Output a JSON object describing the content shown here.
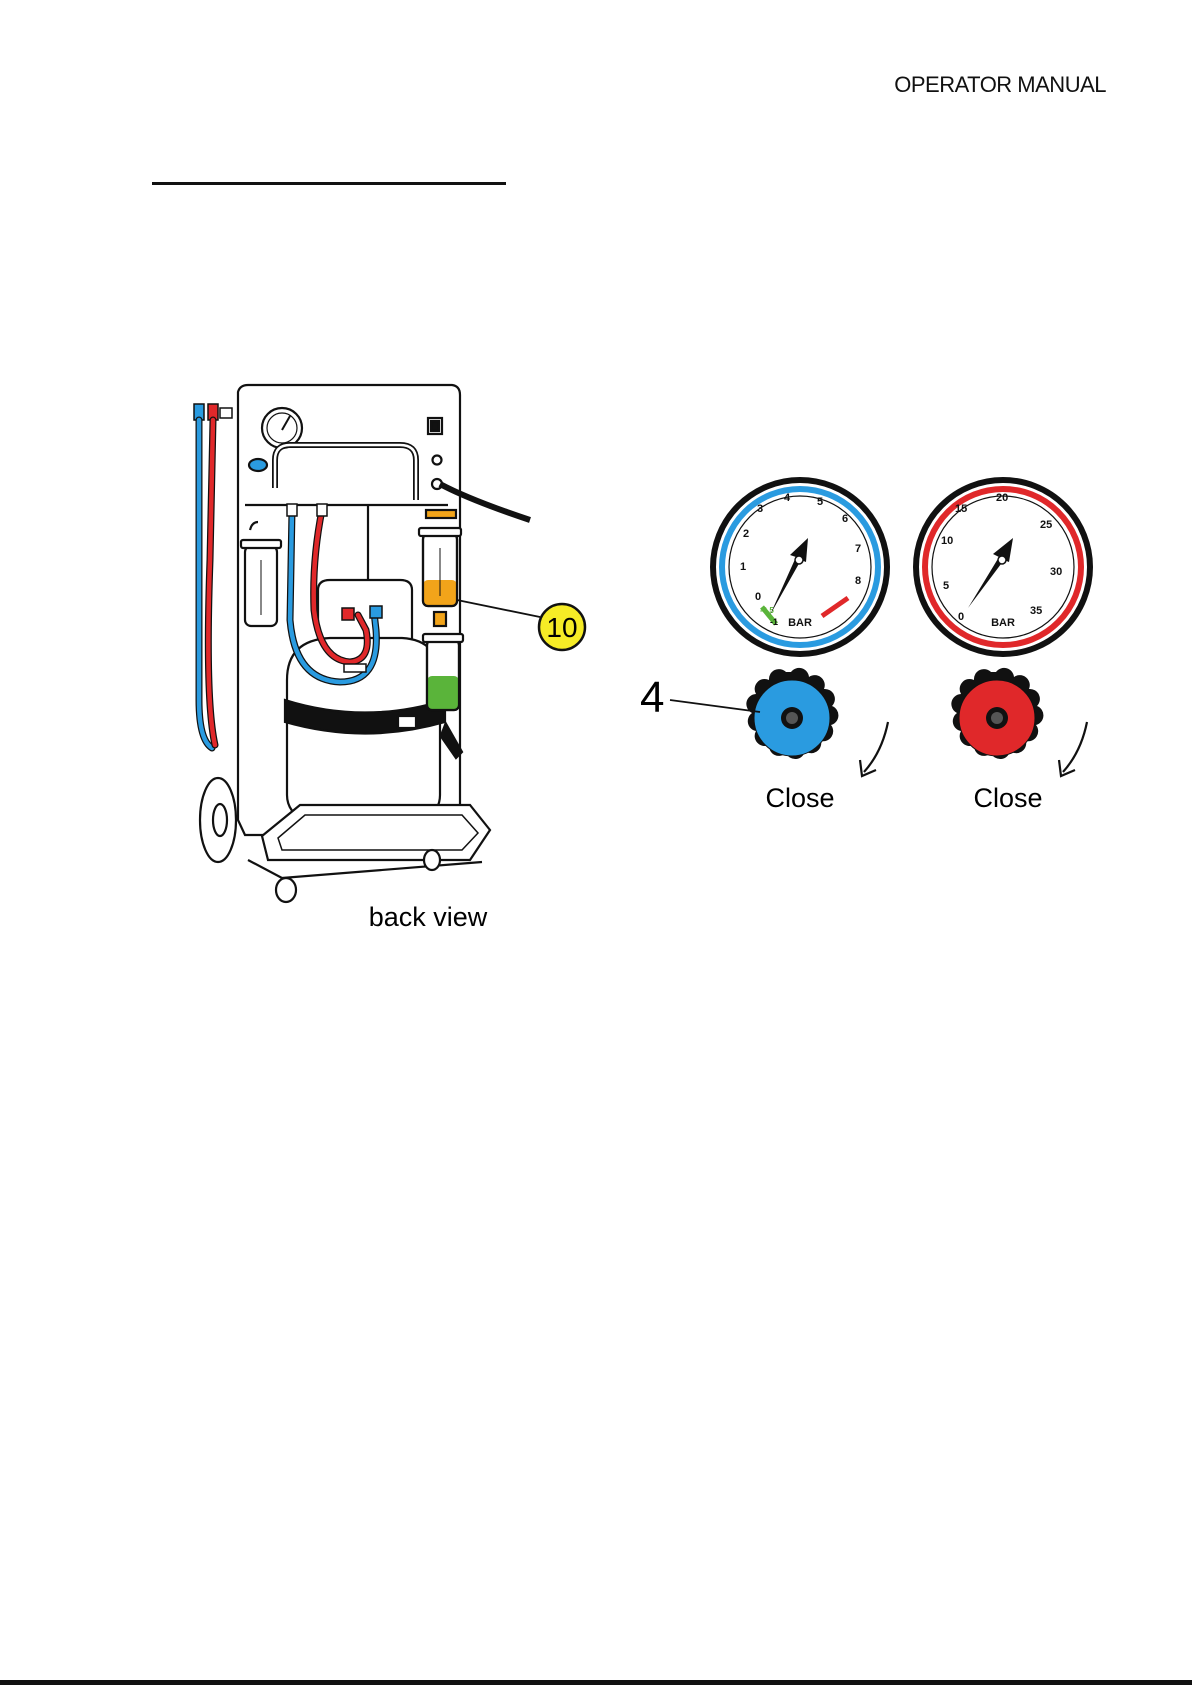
{
  "header": {
    "title": "OPERATOR MANUAL"
  },
  "machine": {
    "caption": "back view",
    "callout": "10"
  },
  "gauge_low": {
    "unit": "BAR",
    "ticks": [
      "0",
      "1",
      "2",
      "3",
      "4",
      "5",
      "6",
      "7",
      "8",
      "-0,5",
      "-1"
    ]
  },
  "gauge_high": {
    "unit": "BAR",
    "ticks": [
      "0",
      "5",
      "10",
      "15",
      "20",
      "25",
      "30",
      "35"
    ]
  },
  "knobs": {
    "callout": "4",
    "low_label": "Close",
    "high_label": "Close"
  },
  "colors": {
    "low": "#2a9be0",
    "high": "#e0282a",
    "oil": "#f2a41a",
    "uv": "#5ab43a",
    "callout": "#f6ec26"
  }
}
